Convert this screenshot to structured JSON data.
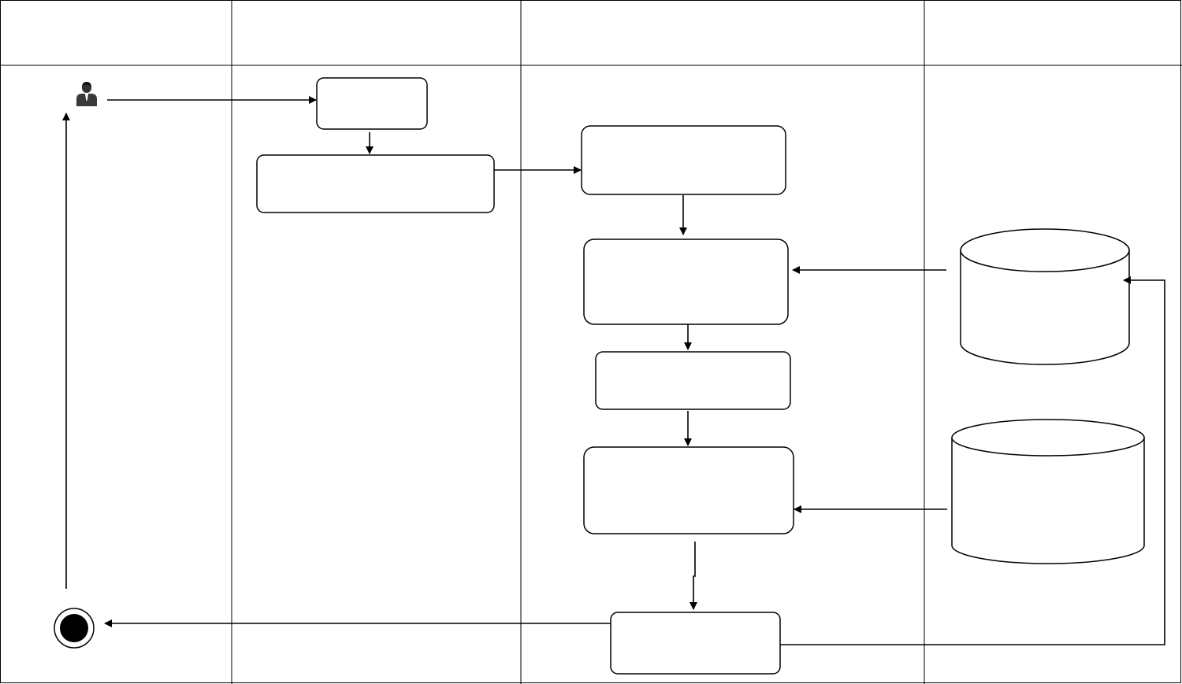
{
  "diagram": {
    "type": "swimlane-activity-diagram",
    "line_color": "#000000",
    "background_color": "#ffffff",
    "lanes": [
      {
        "id": "lane-1",
        "title": ""
      },
      {
        "id": "lane-2",
        "title": ""
      },
      {
        "id": "lane-3",
        "title": ""
      },
      {
        "id": "lane-4",
        "title": ""
      }
    ],
    "nodes": [
      {
        "id": "actor",
        "kind": "actor-icon",
        "label": ""
      },
      {
        "id": "step-1",
        "kind": "activity",
        "label": ""
      },
      {
        "id": "step-2",
        "kind": "activity",
        "label": ""
      },
      {
        "id": "step-3",
        "kind": "activity",
        "label": ""
      },
      {
        "id": "step-4",
        "kind": "activity",
        "label": ""
      },
      {
        "id": "step-5",
        "kind": "activity",
        "label": ""
      },
      {
        "id": "step-6",
        "kind": "activity",
        "label": ""
      },
      {
        "id": "step-7",
        "kind": "activity",
        "label": ""
      },
      {
        "id": "database-1",
        "kind": "database",
        "label": ""
      },
      {
        "id": "database-2",
        "kind": "database",
        "label": ""
      },
      {
        "id": "final-node",
        "kind": "final-state",
        "label": ""
      }
    ],
    "edges": [
      {
        "from": "actor",
        "to": "step-1"
      },
      {
        "from": "step-1",
        "to": "step-2"
      },
      {
        "from": "step-2",
        "to": "step-3"
      },
      {
        "from": "step-3",
        "to": "step-4"
      },
      {
        "from": "database-1",
        "to": "step-4"
      },
      {
        "from": "step-4",
        "to": "step-5"
      },
      {
        "from": "step-5",
        "to": "step-6"
      },
      {
        "from": "database-2",
        "to": "step-6"
      },
      {
        "from": "step-6",
        "to": "step-7"
      },
      {
        "from": "step-7",
        "to": "database-1"
      },
      {
        "from": "step-7",
        "to": "final-node"
      },
      {
        "from": "final-node",
        "to": "actor"
      }
    ]
  }
}
